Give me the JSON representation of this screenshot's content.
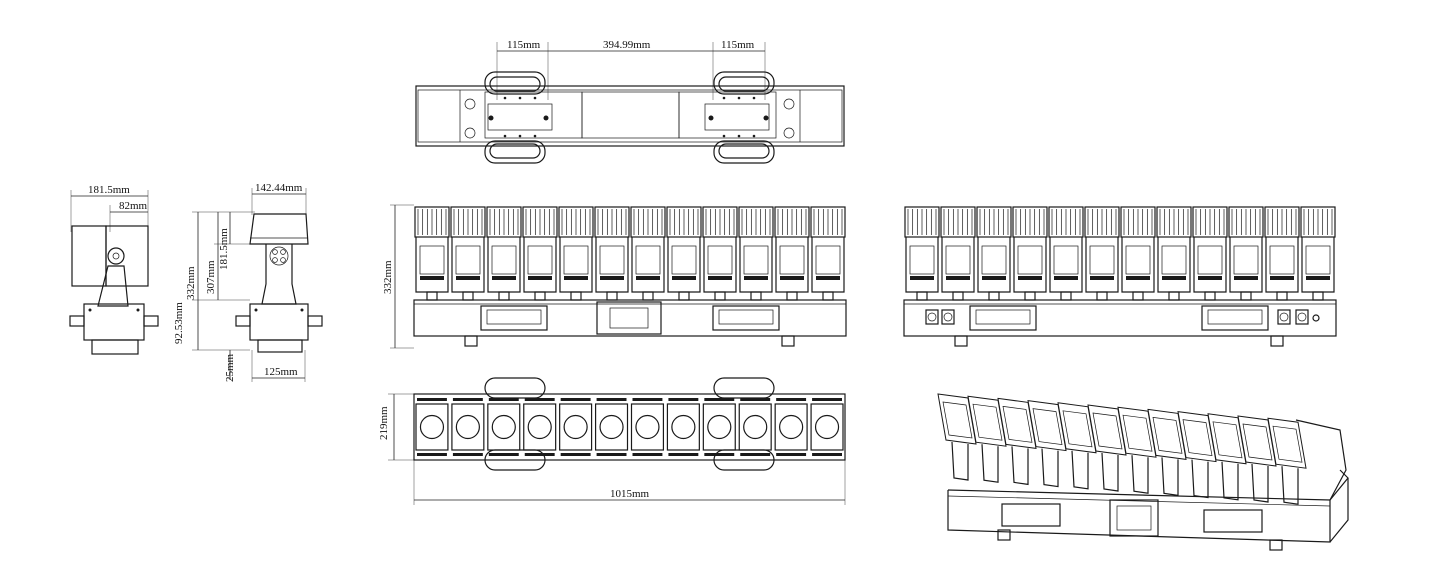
{
  "dimensions": {
    "top_view": {
      "spacing_left": "115mm",
      "spacing_middle": "394.99mm",
      "spacing_right": "115mm"
    },
    "side_view": {
      "housing_width": "181.5mm",
      "head_depth": "82mm"
    },
    "end_view": {
      "head_width": "142.44mm",
      "head_height": "181.5mm",
      "overall_height_307": "307mm",
      "overall_height_332": "332mm",
      "base_height": "92.53mm",
      "foot_height": "25mm",
      "base_width": "125mm"
    },
    "front_view": {
      "height": "332mm"
    },
    "bottom_view": {
      "depth": "219mm",
      "length": "1015mm"
    }
  },
  "fixture": {
    "head_count": 12
  }
}
